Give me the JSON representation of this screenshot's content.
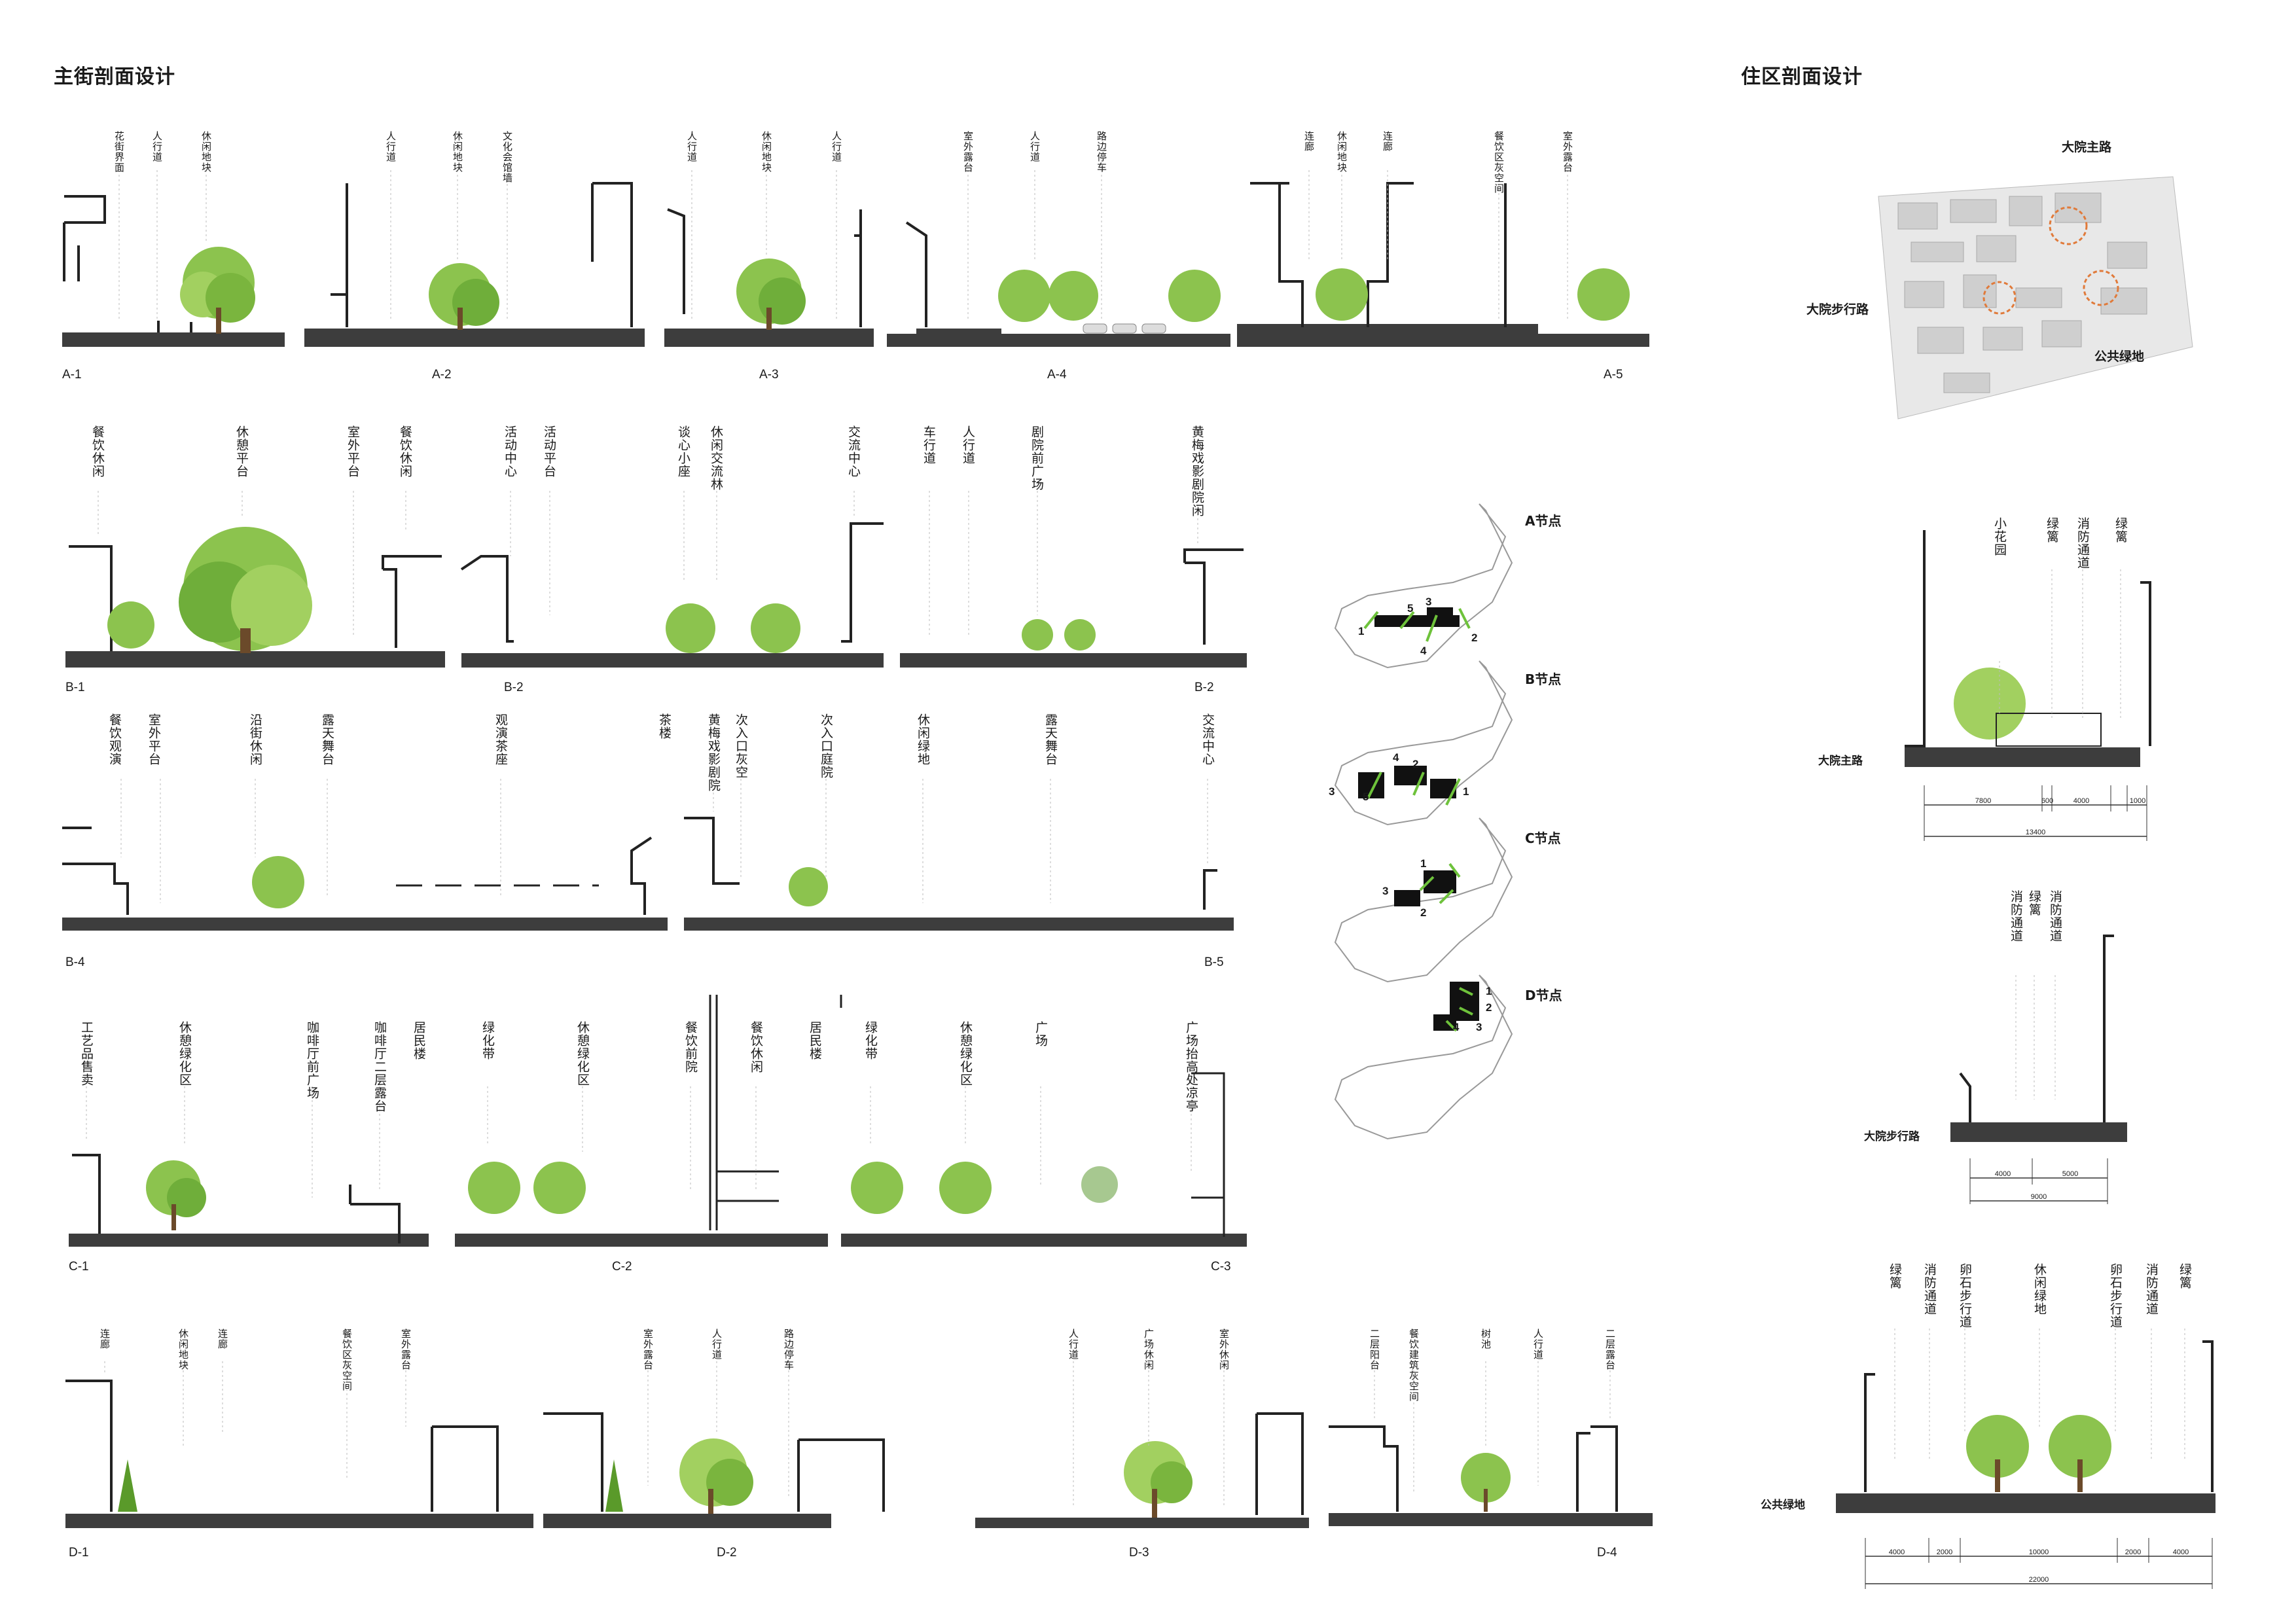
{
  "titles": {
    "main_street": "主街剖面设计",
    "residential": "住区剖面设计"
  },
  "sections": {
    "A1": {
      "label": "A-1",
      "tags": [
        "花街界面",
        "人行道",
        "休闲地块"
      ]
    },
    "A2": {
      "label": "A-2",
      "tags": [
        "人行道",
        "休闲地块",
        "文化会馆墙"
      ]
    },
    "A3": {
      "label": "A-3",
      "tags": [
        "人行道",
        "休闲地块",
        "人行道"
      ]
    },
    "A4": {
      "label": "A-4",
      "tags": [
        "室外露台",
        "人行道",
        "路边停车"
      ]
    },
    "A5": {
      "label": "A-5",
      "tags": [
        "连廊",
        "休闲地块",
        "连廊",
        "餐饮区灰空间",
        "室外露台"
      ]
    },
    "B1": {
      "label": "B-1",
      "tags": [
        "餐饮休闲",
        "休憩平台",
        "室外平台",
        "餐饮休闲"
      ]
    },
    "B2a": {
      "label": "B-2",
      "tags": [
        "活动中心",
        "活动平台",
        "谈心小座",
        "休闲交流林",
        "交流中心"
      ]
    },
    "B2b": {
      "label": "B-2",
      "tags": [
        "车行道",
        "人行道",
        "剧院前广场",
        "黄梅戏影剧院闲"
      ]
    },
    "B4": {
      "label": "B-4",
      "tags": [
        "餐饮观演",
        "室外平台",
        "沿街休闲",
        "露天舞台",
        "观演茶座",
        "茶楼"
      ]
    },
    "B5": {
      "label": "B-5",
      "tags": [
        "黄梅戏影剧院",
        "次入口灰空",
        "次入口庭院",
        "休闲绿地",
        "露天舞台",
        "交流中心"
      ]
    },
    "C1": {
      "label": "C-1",
      "tags": [
        "工艺品售卖",
        "休憩绿化区",
        "咖啡厅前广场",
        "咖啡厅二层露台"
      ]
    },
    "C2": {
      "label": "C-2",
      "tags": [
        "居民楼",
        "绿化带",
        "休憩绿化区",
        "餐饮前院",
        "餐饮休闲"
      ]
    },
    "C3": {
      "label": "C-3",
      "tags": [
        "居民楼",
        "绿化带",
        "休憩绿化区",
        "广场",
        "广场抬高处凉亭"
      ]
    },
    "D1": {
      "label": "D-1",
      "tags": [
        "连廊",
        "休闲地块",
        "连廊",
        "餐饮区灰空间",
        "室外露台"
      ]
    },
    "D2": {
      "label": "D-2",
      "tags": [
        "室外露台",
        "人行道",
        "路边停车"
      ]
    },
    "D3": {
      "label": "D-3",
      "tags": [
        "人行道",
        "广场休闲",
        "室外休闲"
      ]
    },
    "D4": {
      "label": "D-4",
      "tags": [
        "二层阳台",
        "餐饮建筑灰空间",
        "树池",
        "人行道",
        "二层露台"
      ]
    }
  },
  "nodes": [
    {
      "label": "A节点",
      "numbers": [
        "1",
        "2",
        "3",
        "4",
        "5"
      ]
    },
    {
      "label": "B节点",
      "numbers": [
        "1",
        "2",
        "3",
        "4",
        "5"
      ]
    },
    {
      "label": "C节点",
      "numbers": [
        "1",
        "2",
        "3"
      ]
    },
    {
      "label": "D节点",
      "numbers": [
        "1",
        "2",
        "3",
        "4"
      ]
    }
  ],
  "site_map": {
    "road_main": "大院主路",
    "road_walk": "大院步行路",
    "green": "公共绿地"
  },
  "residential": {
    "main_road": {
      "label": "大院主路",
      "tags": [
        "小花园",
        "绿篱",
        "消防通道",
        "绿篱"
      ],
      "dims": [
        "7800",
        "600",
        "4000",
        "1000"
      ],
      "total": "13400"
    },
    "walk_road": {
      "label": "大院步行路",
      "tags": [
        "消防通道",
        "绿篱",
        "消防通道"
      ],
      "dims": [
        "4000",
        "5000"
      ],
      "total": "9000"
    },
    "green": {
      "label": "公共绿地",
      "tags": [
        "绿篱",
        "消防通道",
        "卵石步行道",
        "休闲绿地",
        "卵石步行道",
        "消防通道",
        "绿篱"
      ],
      "dims": [
        "4000",
        "2000",
        "10000",
        "2000",
        "4000"
      ],
      "total": "22000"
    }
  },
  "colors": {
    "ground": "#3d3d3d",
    "tree": "#8cc34e",
    "tree_dark": "#5a9a2a",
    "line": "#222222",
    "node_green": "#6ec23b"
  }
}
